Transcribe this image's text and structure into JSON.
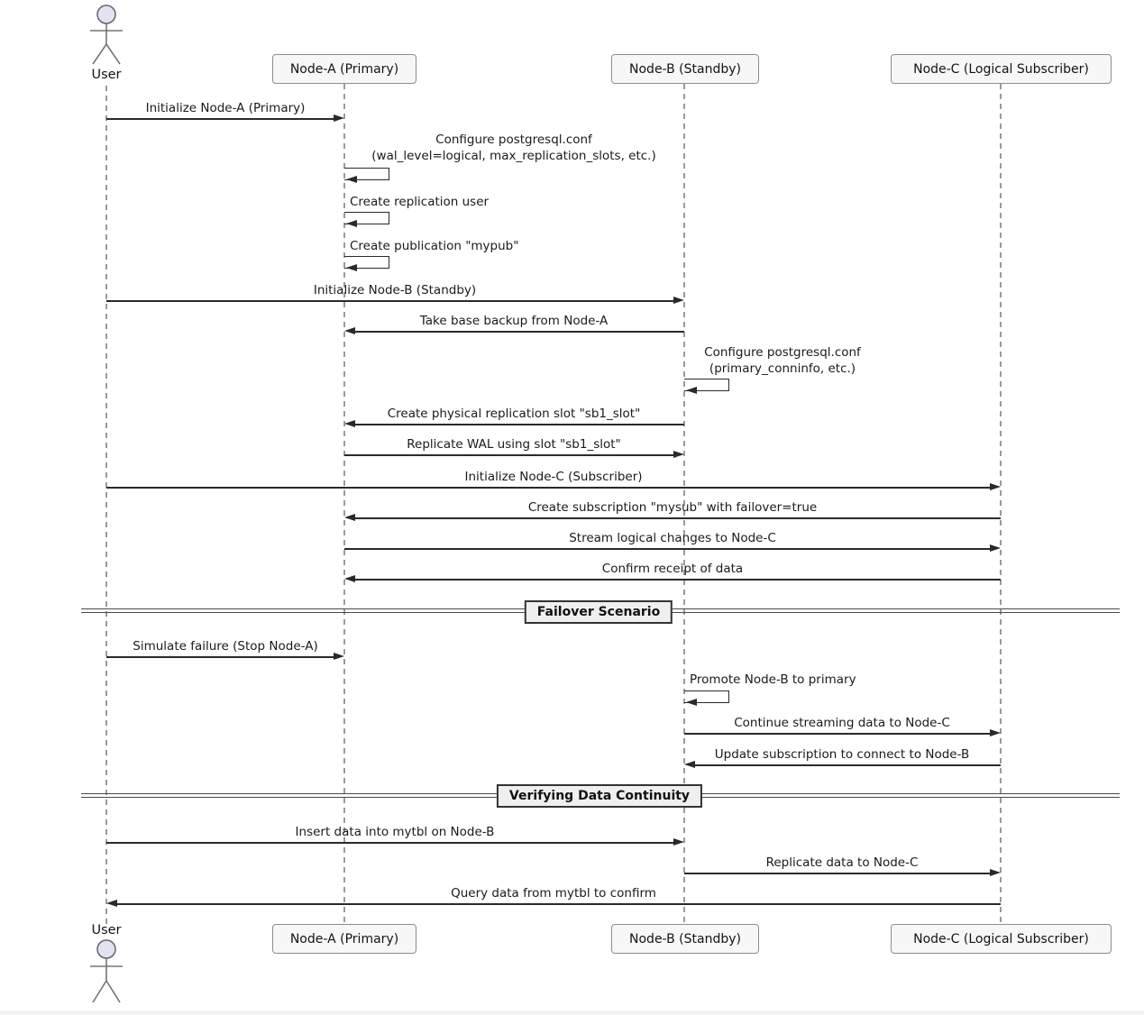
{
  "actor": {
    "label": "User"
  },
  "participants": [
    {
      "label": "Node-A (Primary)"
    },
    {
      "label": "Node-B (Standby)"
    },
    {
      "label": "Node-C (Logical Subscriber)"
    }
  ],
  "messages": [
    {
      "from": "User",
      "to": "Node-A",
      "kind": "arrow-right",
      "label": "Initialize Node-A (Primary)"
    },
    {
      "from": "Node-A",
      "to": "Node-A",
      "kind": "self",
      "label": "Configure postgresql.conf",
      "label2": "(wal_level=logical, max_replication_slots, etc.)"
    },
    {
      "from": "Node-A",
      "to": "Node-A",
      "kind": "self",
      "label": "Create replication user"
    },
    {
      "from": "Node-A",
      "to": "Node-A",
      "kind": "self",
      "label": "Create publication \"mypub\""
    },
    {
      "from": "User",
      "to": "Node-B",
      "kind": "arrow-right",
      "label": "Initialize Node-B (Standby)"
    },
    {
      "from": "Node-B",
      "to": "Node-A",
      "kind": "arrow-left",
      "label": "Take base backup from Node-A"
    },
    {
      "from": "Node-B",
      "to": "Node-B",
      "kind": "self",
      "label": "Configure postgresql.conf",
      "label2": "(primary_conninfo, etc.)"
    },
    {
      "from": "Node-B",
      "to": "Node-A",
      "kind": "arrow-left",
      "label": "Create physical replication slot \"sb1_slot\""
    },
    {
      "from": "Node-A",
      "to": "Node-B",
      "kind": "arrow-right",
      "label": "Replicate WAL using slot \"sb1_slot\""
    },
    {
      "from": "User",
      "to": "Node-C",
      "kind": "arrow-right",
      "label": "Initialize Node-C (Subscriber)"
    },
    {
      "from": "Node-C",
      "to": "Node-A",
      "kind": "arrow-left",
      "label": "Create subscription \"mysub\" with failover=true"
    },
    {
      "from": "Node-A",
      "to": "Node-C",
      "kind": "arrow-right",
      "label": "Stream logical changes to Node-C"
    },
    {
      "from": "Node-C",
      "to": "Node-A",
      "kind": "arrow-left",
      "label": "Confirm receipt of data"
    },
    {
      "from": "User",
      "to": "Node-A",
      "kind": "arrow-right",
      "label": "Simulate failure (Stop Node-A)"
    },
    {
      "from": "Node-B",
      "to": "Node-B",
      "kind": "self",
      "label": "Promote Node-B to primary"
    },
    {
      "from": "Node-B",
      "to": "Node-C",
      "kind": "arrow-right",
      "label": "Continue streaming data to Node-C"
    },
    {
      "from": "Node-C",
      "to": "Node-B",
      "kind": "arrow-left",
      "label": "Update subscription to connect to Node-B"
    },
    {
      "from": "User",
      "to": "Node-B",
      "kind": "arrow-right",
      "label": "Insert data into mytbl on Node-B"
    },
    {
      "from": "Node-B",
      "to": "Node-C",
      "kind": "arrow-right",
      "label": "Replicate data to Node-C"
    },
    {
      "from": "Node-C",
      "to": "User",
      "kind": "arrow-left",
      "label": "Query data from mytbl to confirm"
    }
  ],
  "dividers": [
    {
      "label": "Failover Scenario"
    },
    {
      "label": "Verifying Data Continuity"
    }
  ],
  "colors": {
    "actor_head": "#e2e2f0",
    "participant_fill": "#f7f7f7",
    "line": "#2a2a2a",
    "lifeline": "#9a9a9a"
  }
}
